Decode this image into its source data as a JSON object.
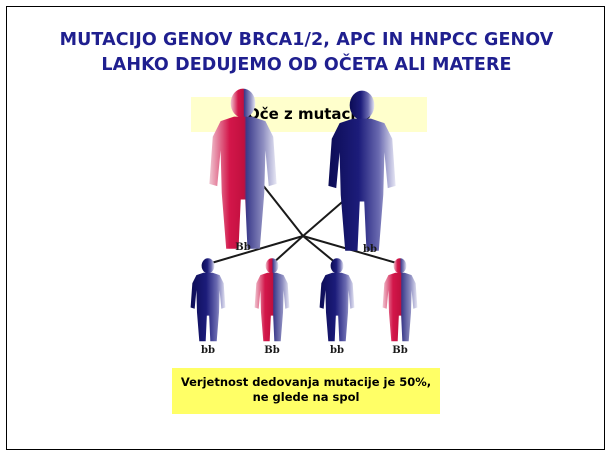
{
  "title": {
    "line1": "MUTACIJO GENOV BRCA1/2, APC IN HNPCC GENOV",
    "line2": "LAHKO DEDUJEMO OD OČETA ALI MATERE"
  },
  "father_label": "Oče z mutacijo",
  "note": {
    "line1": "Verjetnost dedovanja mutacije je  50%,",
    "line2": "ne glede na spol"
  },
  "colors": {
    "title": "#1f1f8f",
    "mutation": "#d3164a",
    "normal": "#1c1c7a",
    "label_bg": "#ffffcc",
    "note_bg": "#ffff66"
  },
  "pedigree": {
    "parents": [
      {
        "role": "father",
        "mutation": true,
        "genotype": "Bb"
      },
      {
        "role": "mother",
        "mutation": false,
        "genotype": "bb"
      }
    ],
    "children": [
      {
        "mutation": false,
        "genotype": "bb"
      },
      {
        "mutation": true,
        "genotype": "Bb"
      },
      {
        "mutation": false,
        "genotype": "bb"
      },
      {
        "mutation": true,
        "genotype": "Bb"
      }
    ]
  }
}
